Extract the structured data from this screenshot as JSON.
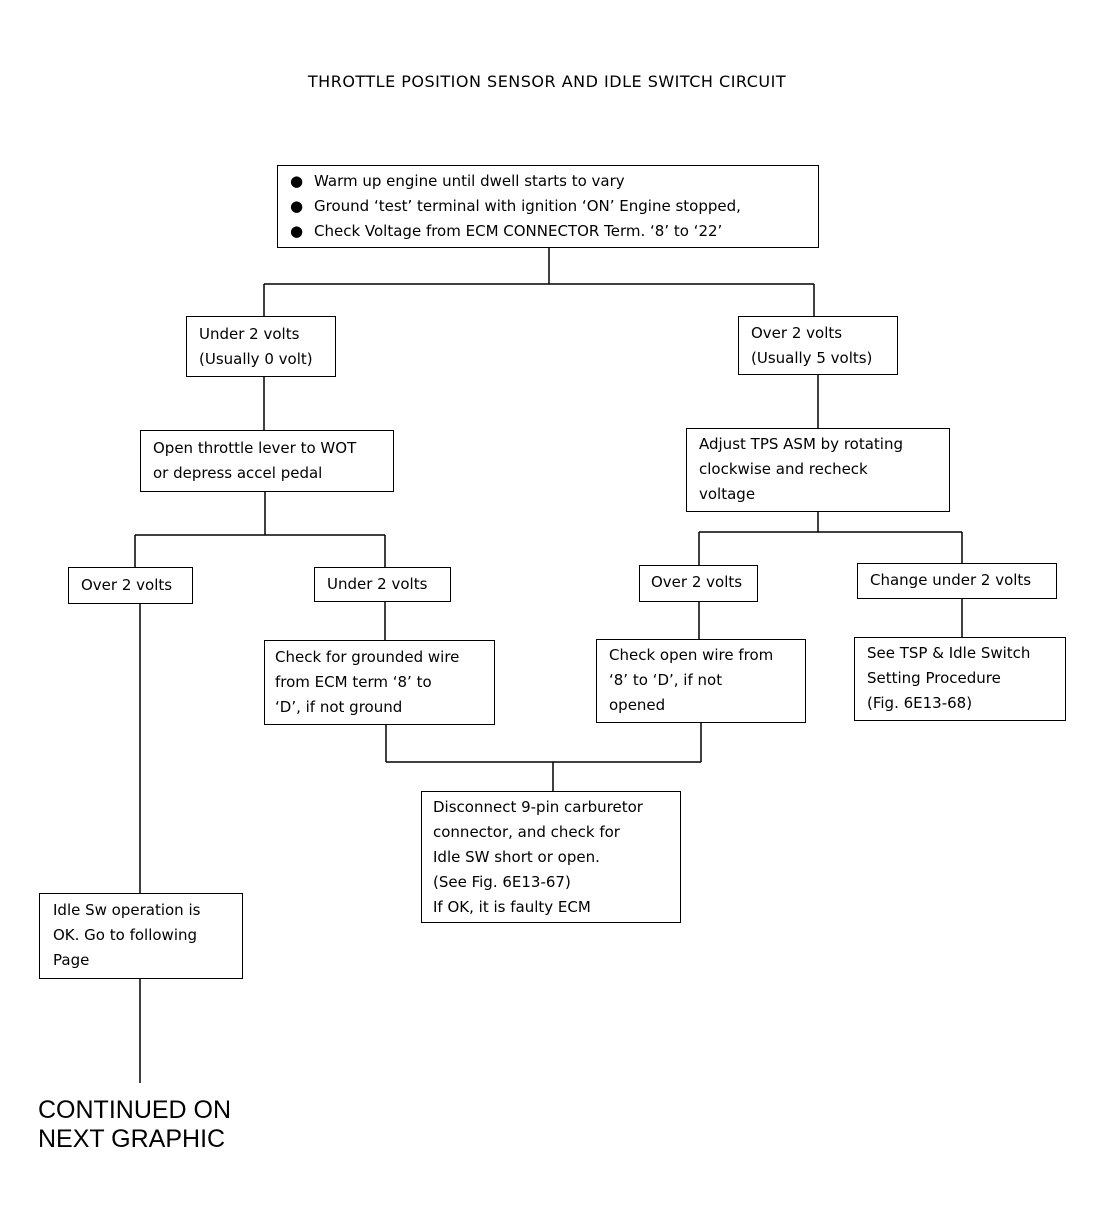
{
  "title": "THROTTLE POSITION SENSOR AND IDLE SWITCH CIRCUIT",
  "start": {
    "bullets": [
      "Warm up engine until dwell starts to vary",
      "Ground ‘test’ terminal with ignition ‘ON’ Engine stopped,",
      "Check Voltage from ECM CONNECTOR Term. ‘8’ to ‘22’"
    ]
  },
  "left_branch": {
    "reading": [
      "Under 2 volts",
      "(Usually 0 volt)"
    ],
    "action": [
      "Open throttle lever to WOT",
      "or depress accel pedal"
    ],
    "over": "Over 2 volts",
    "under": "Under 2 volts",
    "check_ground": [
      "Check for grounded wire",
      "from ECM term ‘8’ to",
      "‘D’, if not ground"
    ],
    "idle_ok": [
      "Idle Sw operation is",
      "OK.  Go to following",
      "Page"
    ]
  },
  "right_branch": {
    "reading": [
      "Over 2 volts",
      "(Usually 5 volts)"
    ],
    "action": [
      "Adjust TPS ASM by rotating",
      "clockwise and recheck",
      "voltage"
    ],
    "over": "Over 2 volts",
    "change": "Change under 2 volts",
    "check_open": [
      "Check open wire from",
      "‘8’ to ‘D’, if not",
      "opened"
    ],
    "see_procedure": [
      "See TSP & Idle Switch",
      "Setting Procedure",
      "(Fig. 6E13-68)"
    ]
  },
  "disconnect": [
    "Disconnect 9-pin carburetor",
    "connector, and check for",
    "Idle SW short or open.",
    "(See Fig. 6E13-67)",
    "If OK, it is faulty ECM"
  ],
  "continued": [
    "CONTINUED ON",
    "NEXT GRAPHIC"
  ]
}
